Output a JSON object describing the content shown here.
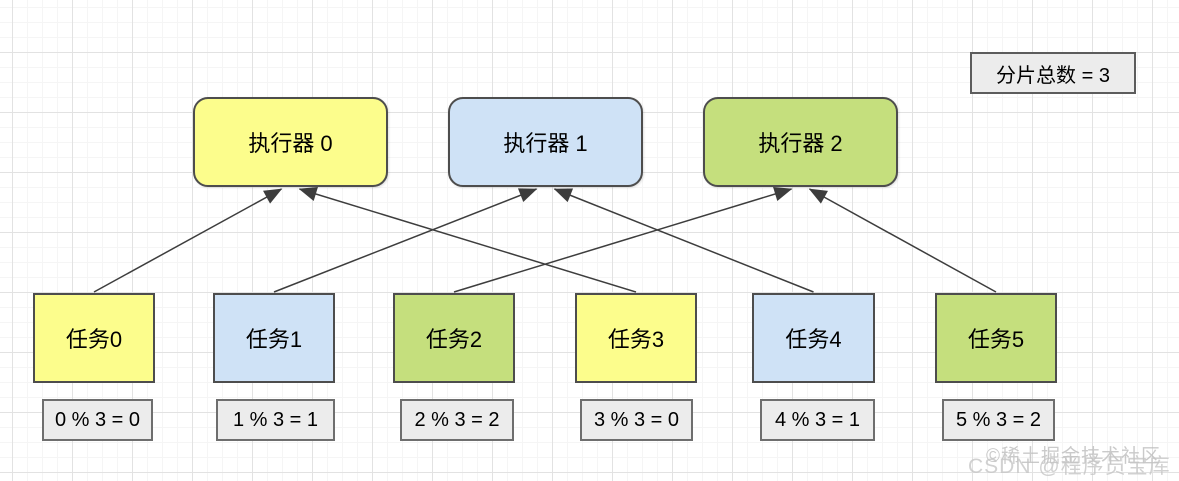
{
  "diagram": {
    "shard_total_label": "分片总数 = 3",
    "arrow_color": "#3d3d3d",
    "executors": [
      {
        "label": "执行器 0",
        "color": "#fcfd8c"
      },
      {
        "label": "执行器 1",
        "color": "#cfe2f6"
      },
      {
        "label": "执行器 2",
        "color": "#c5df7d"
      }
    ],
    "tasks": [
      {
        "label": "任务0",
        "mod_label": "0 % 3 = 0",
        "color": "#fcfd8c"
      },
      {
        "label": "任务1",
        "mod_label": "1 % 3 = 1",
        "color": "#cfe2f6"
      },
      {
        "label": "任务2",
        "mod_label": "2 % 3 = 2",
        "color": "#c5df7d"
      },
      {
        "label": "任务3",
        "mod_label": "3 % 3 = 0",
        "color": "#fcfd8c"
      },
      {
        "label": "任务4",
        "mod_label": "4 % 3 = 1",
        "color": "#cfe2f6"
      },
      {
        "label": "任务5",
        "mod_label": "5 % 3 = 2",
        "color": "#c5df7d"
      }
    ],
    "connections": [
      {
        "from_task": 0,
        "to_executor": 0
      },
      {
        "from_task": 1,
        "to_executor": 1
      },
      {
        "from_task": 2,
        "to_executor": 2
      },
      {
        "from_task": 3,
        "to_executor": 0
      },
      {
        "from_task": 4,
        "to_executor": 1
      },
      {
        "from_task": 5,
        "to_executor": 2
      }
    ]
  },
  "watermarks": {
    "juejin": "©稀土掘金技术社区",
    "csdn": "CSDN @程序员宝库"
  }
}
